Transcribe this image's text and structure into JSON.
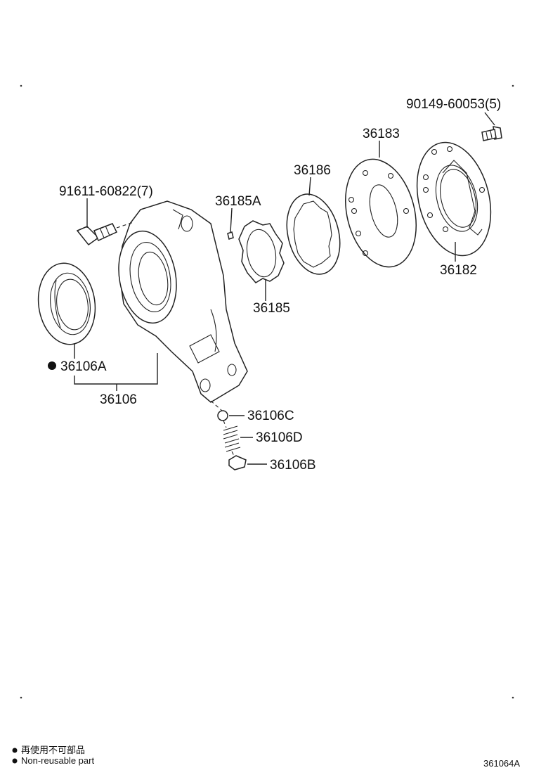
{
  "labels": {
    "p90149": "90149-60053(5)",
    "p36183": "36183",
    "p36186": "36186",
    "p91611": "91611-60822(7)",
    "p36185a": "36185A",
    "p36182": "36182",
    "p36185": "36185",
    "p36106a": "36106A",
    "p36106": "36106",
    "p36106c": "36106C",
    "p36106d": "36106D",
    "p36106b": "36106B"
  },
  "legend": {
    "line_jp": "再使用不可部品",
    "line_en": "Non-reusable part"
  },
  "figure_code": "361064A"
}
